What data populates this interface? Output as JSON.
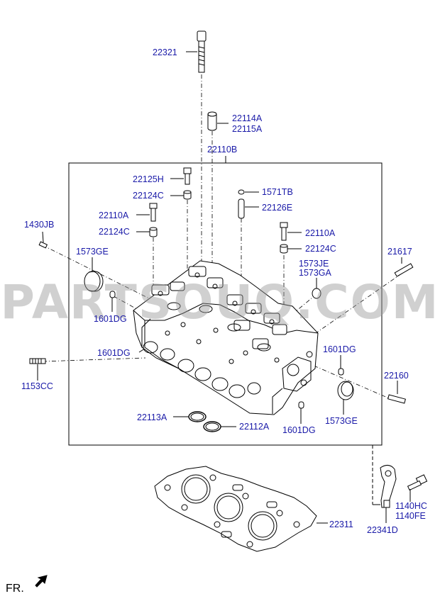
{
  "watermark": "PARTSOUQ.COM",
  "direction_label": "FR.",
  "parts": {
    "p22321": "22321",
    "p22114A": "22114A",
    "p22115A": "22115A",
    "p22110B": "22110B",
    "p22125H": "22125H",
    "p22124C_top": "22124C",
    "p1571TB": "1571TB",
    "p22126E": "22126E",
    "p1430JB": "1430JB",
    "p22110A_left": "22110A",
    "p22124C_left": "22124C",
    "p22110A_right": "22110A",
    "p22124C_right": "22124C",
    "p1573GE_left": "1573GE",
    "p21617": "21617",
    "p1573JE": "1573JE",
    "p1573GA": "1573GA",
    "p1601DG_1": "1601DG",
    "p1601DG_2": "1601DG",
    "p1601DG_3": "1601DG",
    "p1601DG_4": "1601DG",
    "p1153CC": "1153CC",
    "p22160": "22160",
    "p22113A": "22113A",
    "p22112A": "22112A",
    "p1573GE_right": "1573GE",
    "p22311": "22311",
    "p1140HC": "1140HC",
    "p1140FE": "1140FE",
    "p22341D": "22341D"
  },
  "colors": {
    "label": "#1a1aa8",
    "line": "#000000",
    "watermark": "#969696"
  }
}
